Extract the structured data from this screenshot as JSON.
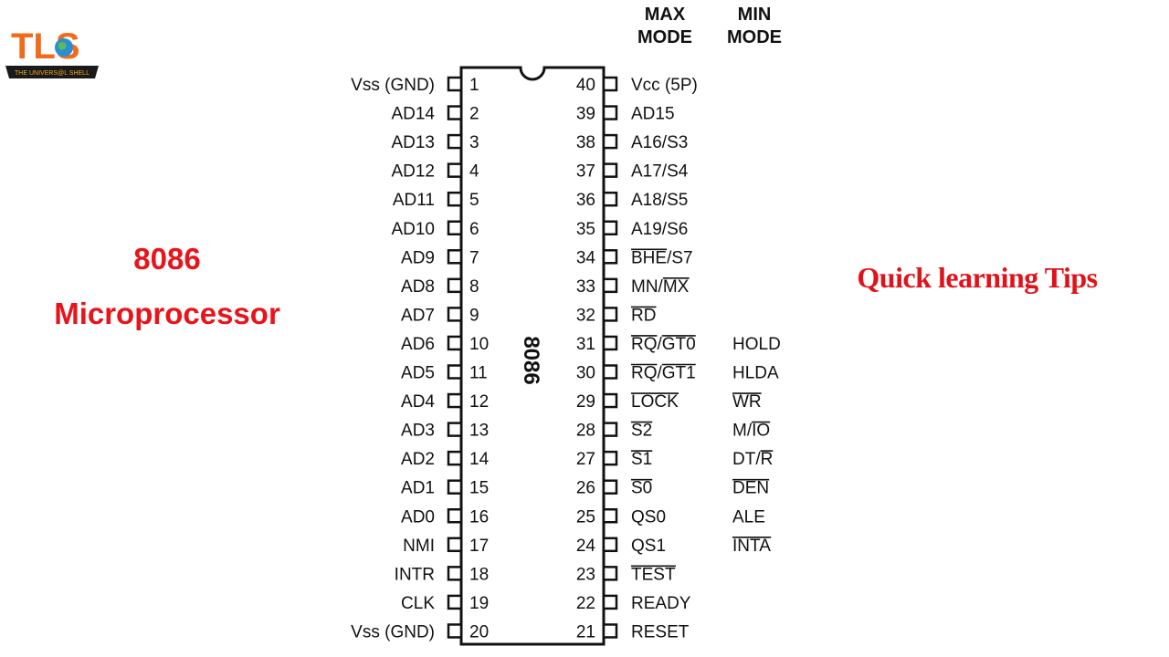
{
  "logo": {
    "text": "TLS",
    "tagline": "THE UNIVERS@L SHELL",
    "colors": {
      "brand": "#f26a1b",
      "band": "#1a1a1a",
      "tagline": "#f5a623"
    }
  },
  "title": {
    "line1": "8086",
    "line2": "Microprocessor",
    "color": "#e8141b"
  },
  "tips": {
    "text": "Quick learning Tips",
    "color": "#e0131b"
  },
  "mode_headers": {
    "max": [
      "MAX",
      "MODE"
    ],
    "min": [
      "MIN",
      "MODE"
    ]
  },
  "chip": {
    "name": "8086"
  },
  "pins_left": [
    {
      "num": "1",
      "label": "Vss (GND)"
    },
    {
      "num": "2",
      "label": "AD14"
    },
    {
      "num": "3",
      "label": "AD13"
    },
    {
      "num": "4",
      "label": "AD12"
    },
    {
      "num": "5",
      "label": "AD11"
    },
    {
      "num": "6",
      "label": "AD10"
    },
    {
      "num": "7",
      "label": "AD9"
    },
    {
      "num": "8",
      "label": "AD8"
    },
    {
      "num": "9",
      "label": "AD7"
    },
    {
      "num": "10",
      "label": "AD6"
    },
    {
      "num": "11",
      "label": "AD5"
    },
    {
      "num": "12",
      "label": "AD4"
    },
    {
      "num": "13",
      "label": "AD3"
    },
    {
      "num": "14",
      "label": "AD2"
    },
    {
      "num": "15",
      "label": "AD1"
    },
    {
      "num": "16",
      "label": "AD0"
    },
    {
      "num": "17",
      "label": "NMI"
    },
    {
      "num": "18",
      "label": "INTR"
    },
    {
      "num": "19",
      "label": "CLK"
    },
    {
      "num": "20",
      "label": "Vss (GND)"
    }
  ],
  "pins_right": [
    {
      "num": "40",
      "max": [
        {
          "t": "Vcc (5P)",
          "o": false
        }
      ],
      "min": []
    },
    {
      "num": "39",
      "max": [
        {
          "t": "AD15",
          "o": false
        }
      ],
      "min": []
    },
    {
      "num": "38",
      "max": [
        {
          "t": "A16/S3",
          "o": false
        }
      ],
      "min": []
    },
    {
      "num": "37",
      "max": [
        {
          "t": "A17/S4",
          "o": false
        }
      ],
      "min": []
    },
    {
      "num": "36",
      "max": [
        {
          "t": "A18/S5",
          "o": false
        }
      ],
      "min": []
    },
    {
      "num": "35",
      "max": [
        {
          "t": "A19/S6",
          "o": false
        }
      ],
      "min": []
    },
    {
      "num": "34",
      "max": [
        {
          "t": "BHE",
          "o": true
        },
        {
          "t": "/S7",
          "o": false
        }
      ],
      "min": []
    },
    {
      "num": "33",
      "max": [
        {
          "t": "MN/",
          "o": false
        },
        {
          "t": "MX",
          "o": true
        }
      ],
      "min": []
    },
    {
      "num": "32",
      "max": [
        {
          "t": "RD",
          "o": true
        }
      ],
      "min": []
    },
    {
      "num": "31",
      "max": [
        {
          "t": "RQ",
          "o": true
        },
        {
          "t": "/",
          "o": false
        },
        {
          "t": "GT0",
          "o": true
        }
      ],
      "min": [
        {
          "t": "HOLD",
          "o": false
        }
      ]
    },
    {
      "num": "30",
      "max": [
        {
          "t": "RQ",
          "o": true
        },
        {
          "t": "/",
          "o": false
        },
        {
          "t": "GT1",
          "o": true
        }
      ],
      "min": [
        {
          "t": "HLDA",
          "o": false
        }
      ]
    },
    {
      "num": "29",
      "max": [
        {
          "t": "LOCK",
          "o": true
        }
      ],
      "min": [
        {
          "t": "WR",
          "o": true
        }
      ]
    },
    {
      "num": "28",
      "max": [
        {
          "t": "S2",
          "o": true
        }
      ],
      "min": [
        {
          "t": "M/",
          "o": false
        },
        {
          "t": "IO",
          "o": true
        }
      ]
    },
    {
      "num": "27",
      "max": [
        {
          "t": "S1",
          "o": true
        }
      ],
      "min": [
        {
          "t": "DT/",
          "o": false
        },
        {
          "t": "R",
          "o": true
        }
      ]
    },
    {
      "num": "26",
      "max": [
        {
          "t": "S0",
          "o": true
        }
      ],
      "min": [
        {
          "t": "DEN",
          "o": true
        }
      ]
    },
    {
      "num": "25",
      "max": [
        {
          "t": "QS0",
          "o": false
        }
      ],
      "min": [
        {
          "t": "ALE",
          "o": false
        }
      ]
    },
    {
      "num": "24",
      "max": [
        {
          "t": "QS1",
          "o": false
        }
      ],
      "min": [
        {
          "t": "INTA",
          "o": true
        }
      ]
    },
    {
      "num": "23",
      "max": [
        {
          "t": "TEST",
          "o": true
        }
      ],
      "min": []
    },
    {
      "num": "22",
      "max": [
        {
          "t": "READY",
          "o": false
        }
      ],
      "min": []
    },
    {
      "num": "21",
      "max": [
        {
          "t": "RESET",
          "o": false
        }
      ],
      "min": []
    }
  ]
}
